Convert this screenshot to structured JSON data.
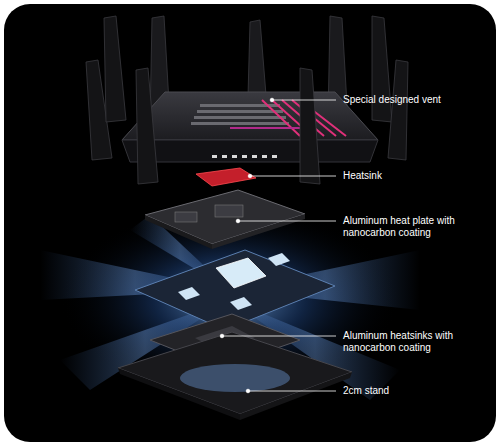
{
  "diagram": {
    "labels": [
      "Special designed vent",
      "Heatsink",
      "Aluminum heat plate with nanocarbon coating",
      "Aluminum heatsinks with nanocarbon coating",
      "2cm stand"
    ]
  }
}
